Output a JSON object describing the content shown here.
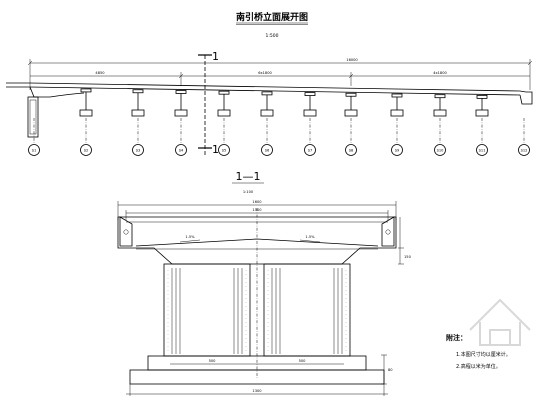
{
  "elevation": {
    "title": "南引桥立面展开图",
    "scale": "1:500",
    "section_mark_top": "1",
    "section_mark_bottom": "1",
    "dims": {
      "total": "16000",
      "seg1": "4850",
      "seg2": "6x1800",
      "seg3": "4x1800"
    },
    "piers": [
      "S1",
      "S2",
      "S3",
      "S4",
      "S5",
      "S6",
      "S7",
      "S8",
      "S9",
      "S10",
      "S11",
      "S12"
    ]
  },
  "section": {
    "title": "1—1",
    "scale": "1:100",
    "dims": {
      "top_total": "1600",
      "top_inner": "1500",
      "slope_left": "1.5%",
      "slope_right": "1.5%",
      "bottom_left": "500",
      "bottom_right": "500",
      "bottom_total": "1300",
      "right_h1": "150",
      "right_h2": "80"
    }
  },
  "notes": {
    "heading": "附注：",
    "items": [
      "1.本图尺寸均以厘米计。",
      "2.高程以米为单位。"
    ]
  }
}
